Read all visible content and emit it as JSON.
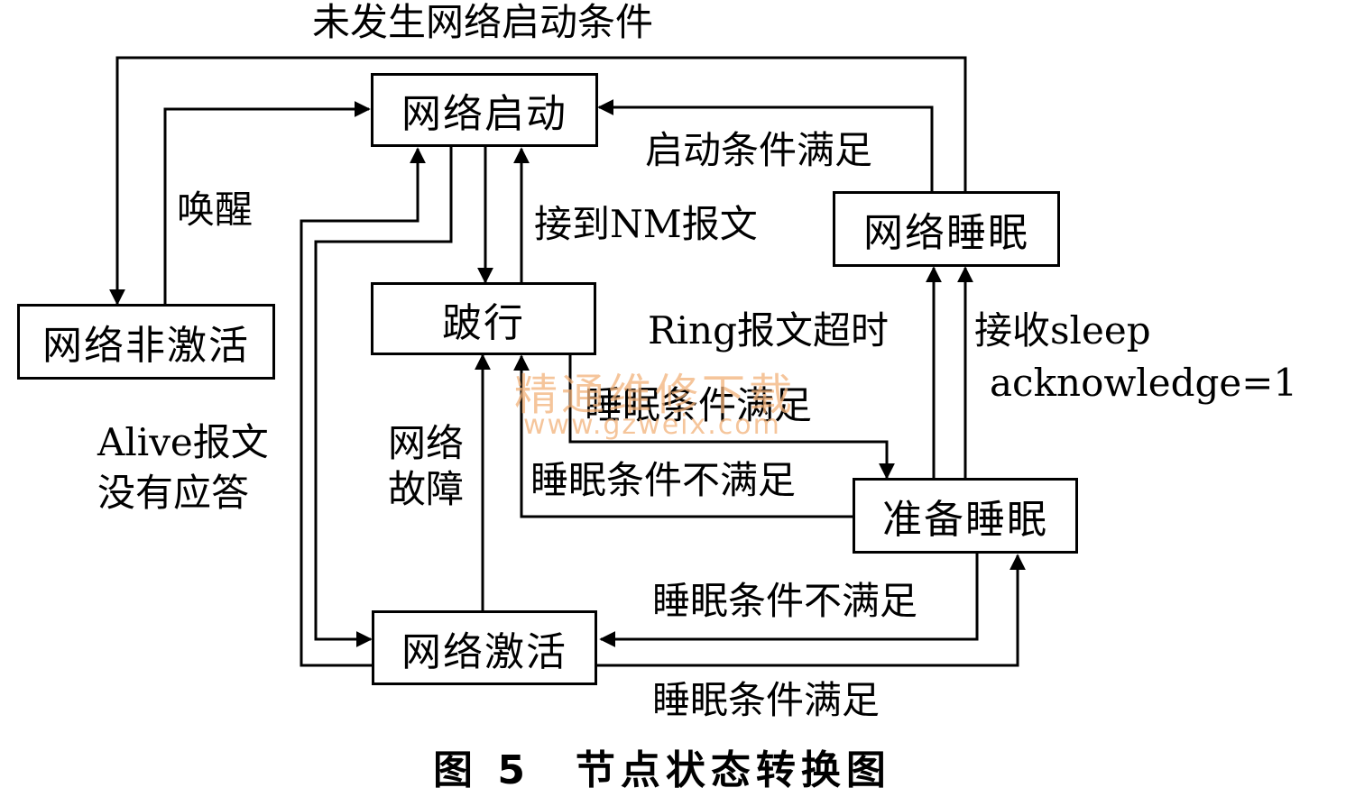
{
  "states": {
    "network_start": "网络启动",
    "limp_home": "跛行",
    "network_sleep": "网络睡眠",
    "network_inactive": "网络非激活",
    "prepare_sleep": "准备睡眠",
    "network_active": "网络激活"
  },
  "transitions": {
    "no_start_condition": "未发生网络启动条件",
    "wake_up": "唤醒",
    "start_condition_met": "启动条件满足",
    "received_nm_msg": "接到NM报文",
    "ring_timeout": "Ring报文超时",
    "sleep_ack_line1": "接收sleep",
    "sleep_ack_line2": "acknowledge=1",
    "sleep_condition_met_upper": "睡眠条件满足",
    "sleep_condition_not_met_upper": "睡眠条件不满足",
    "alive_no_response_line1": "Alive报文",
    "alive_no_response_line2": "没有应答",
    "network_fault": "网络故障",
    "sleep_condition_not_met_lower": "睡眠条件不满足",
    "sleep_condition_met_lower": "睡眠条件满足"
  },
  "caption": "图 5　节点状态转换图",
  "watermark": {
    "line1": "精通维修下载",
    "line2": "www.gzweix.com"
  }
}
